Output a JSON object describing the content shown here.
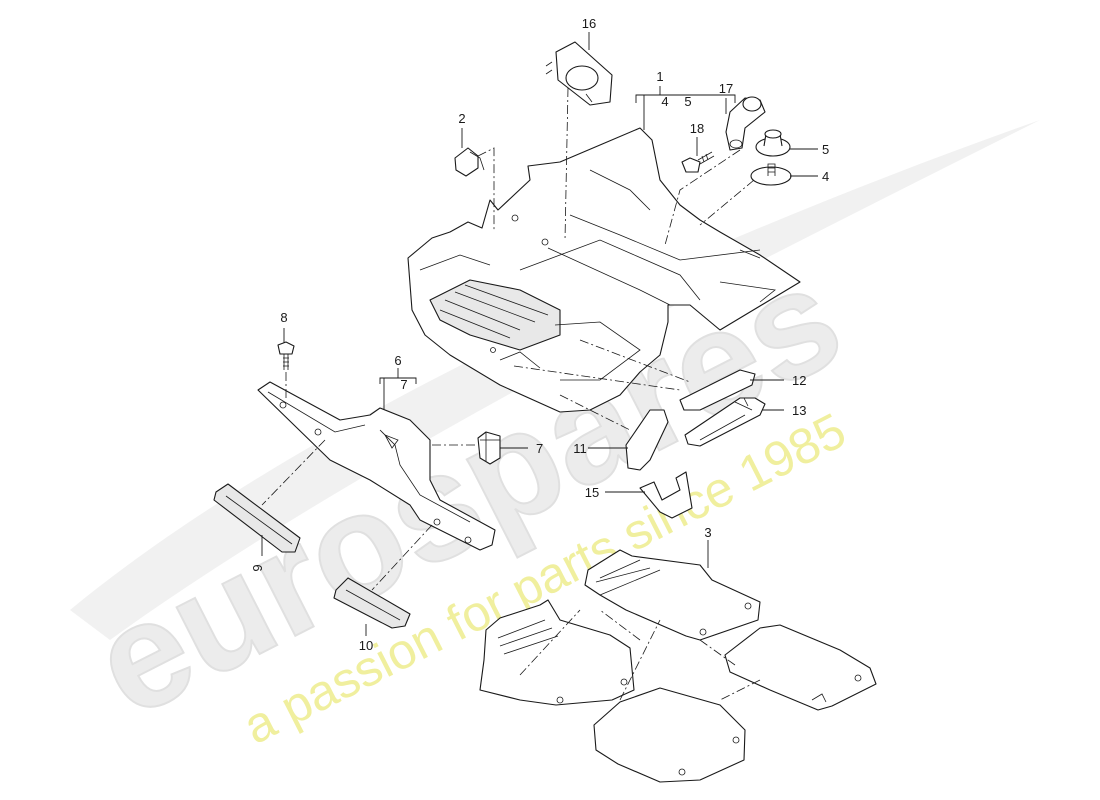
{
  "watermark": {
    "brand": "eurospares",
    "tagline": "a passion for parts since 1985",
    "brand_color": "#e9e9e9",
    "tagline_color": "#eeee99"
  },
  "callouts": {
    "c1": "1",
    "c1_sub4": "4",
    "c1_sub5": "5",
    "c2": "2",
    "c3": "3",
    "c4": "4",
    "c5": "5",
    "c6": "6",
    "c6_sub7": "7",
    "c7": "7",
    "c8": "8",
    "c9": "9",
    "c10": "10",
    "c11": "11",
    "c12": "12",
    "c13": "13",
    "c15": "15",
    "c16": "16",
    "c17": "17",
    "c18": "18"
  }
}
